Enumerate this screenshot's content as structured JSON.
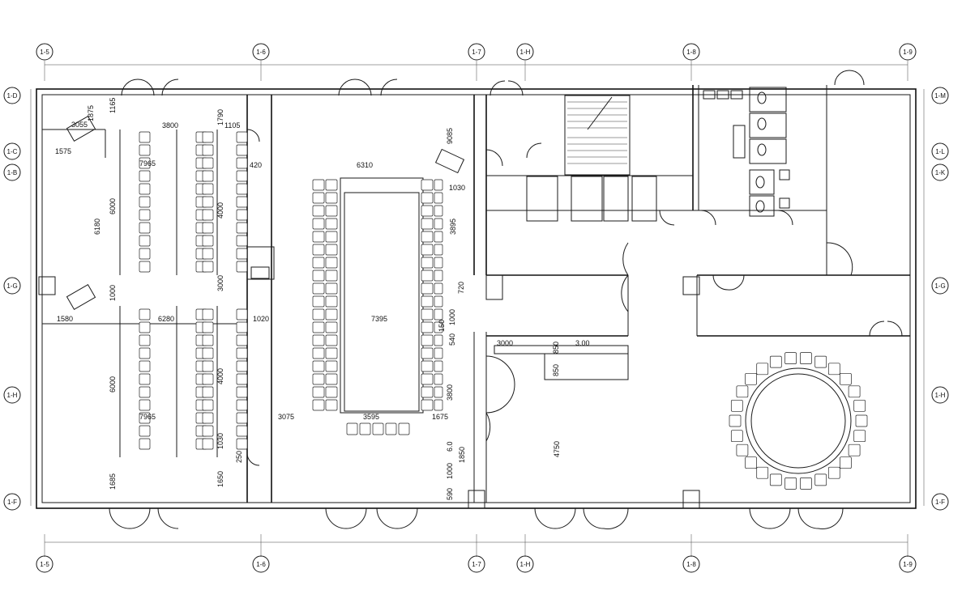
{
  "axes": {
    "columns": [
      "1-5",
      "1-6",
      "1-7",
      "1-H",
      "1-8",
      "1-9"
    ],
    "rows_left": [
      "1-D",
      "1-C",
      "1-B",
      "1-G",
      "1-H",
      "1-F"
    ],
    "rows_right": [
      "1-M",
      "1-L",
      "1-K",
      "1-G",
      "1-H",
      "1-F"
    ]
  },
  "dims": {
    "d3055": "3055",
    "d1875": "1875",
    "d1165": "1165",
    "d3800": "3800",
    "d1790": "1790",
    "d1105": "1105",
    "d1575": "1575",
    "d7965a": "7965",
    "d420": "420",
    "d6310": "6310",
    "d9085": "9085",
    "d6000a": "6000",
    "d6180": "6180",
    "d4000a": "4000",
    "d1030": "1030",
    "d3895": "3895",
    "d3000a": "3000",
    "d1020": "1020",
    "d1000a": "1000",
    "d1580": "1580",
    "d6280": "6280",
    "d7395": "7395",
    "d720": "720",
    "d1000b": "1000",
    "d540": "540",
    "d150": "150",
    "d3000b": "3000",
    "d850a": "850",
    "d300": "3.00",
    "d850b": "850",
    "d6000b": "6000",
    "d4000b": "4000",
    "d3800b": "3800",
    "d7965b": "7965",
    "d3075": "3075",
    "d3595": "3595",
    "d1675": "1675",
    "d1030b": "1030",
    "d4750": "4750",
    "d1685": "1685",
    "d1650": "1650",
    "d250": "250",
    "d600": "6.0",
    "d1000c": "1000",
    "d590": "590",
    "d1850": "1850"
  },
  "icons": [
    "stair-icon",
    "round-table-icon",
    "toilet-icon",
    "sink-icon",
    "door-swing-icon"
  ]
}
